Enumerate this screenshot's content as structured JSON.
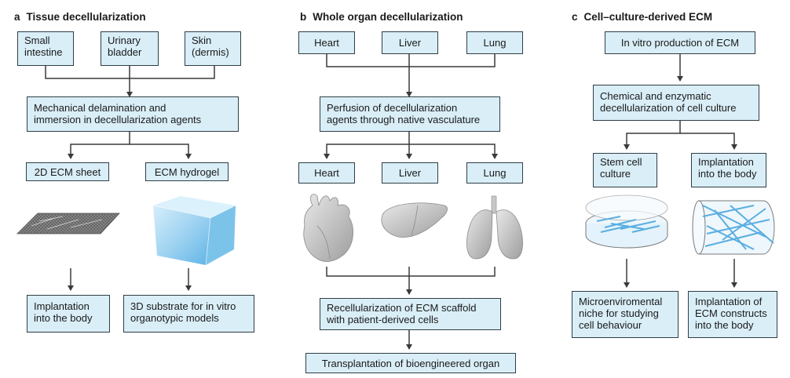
{
  "panel_a": {
    "letter": "a",
    "title": "Tissue decellularization",
    "sources": [
      "Small\nintestine",
      "Urinary\nbladder",
      "Skin\n(dermis)"
    ],
    "process": "Mechanical delamination and\nimmersion in decellularization agents",
    "outputs": [
      "2D ECM sheet",
      "ECM hydrogel"
    ],
    "applications": [
      "Implantation\ninto the body",
      "3D substrate for in vitro\norganotypic models"
    ]
  },
  "panel_b": {
    "letter": "b",
    "title": "Whole organ decellularization",
    "organs_top": [
      "Heart",
      "Liver",
      "Lung"
    ],
    "process": "Perfusion of decellularization\nagents through native vasculature",
    "organs_mid": [
      "Heart",
      "Liver",
      "Lung"
    ],
    "recellularization": "Recellularization of ECM scaffold\nwith patient-derived cells",
    "transplantation": "Transplantation of bioengineered organ"
  },
  "panel_c": {
    "letter": "c",
    "title": "Cell–culture-derived ECM",
    "production": "In vitro production of ECM",
    "process": "Chemical and enzymatic\ndecellularization of cell culture",
    "branches": [
      "Stem cell\nculture",
      "Implantation\ninto the body"
    ],
    "outcomes": [
      "Microenviromental\nniche for studying\ncell behaviour",
      "Implantation of\nECM constructs\ninto the body"
    ]
  },
  "colors": {
    "box_fill": "#d9eef7",
    "box_border": "#2f3e46",
    "hydrogel": "#8ccbee",
    "organ": "#bdbdbd",
    "fiber": "#5aaee0"
  }
}
